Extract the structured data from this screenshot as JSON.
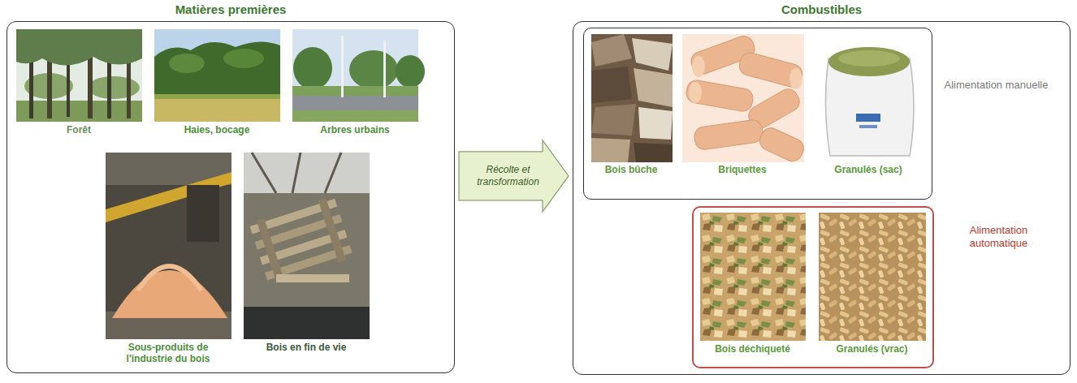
{
  "diagram": {
    "nodes": [
      {
        "text": [
          "Matières premières"
        ]
      },
      {
        "text": [
          "Forêt"
        ],
        "in": 0
      },
      {
        "text": [
          "Haies, bocage"
        ],
        "in": 0
      },
      {
        "text": [
          "Arbres urbains"
        ],
        "in": 0
      },
      {
        "text": [
          "Sous-produits de l'industrie du bois"
        ],
        "in": 0
      },
      {
        "text": [
          "Bois en fin de vie"
        ],
        "in": 0
      },
      {
        "text": [
          "Combustibles"
        ]
      },
      {
        "text": [
          "Alimentation manuelle"
        ],
        "in": 6
      },
      {
        "text": [
          "Bois bûche"
        ],
        "in": 7
      },
      {
        "text": [
          "Briquettes"
        ],
        "in": 7
      },
      {
        "text": [
          "Granulés (sac)"
        ],
        "in": 7
      },
      {
        "text": [
          "Alimentation automatique"
        ],
        "in": 6
      },
      {
        "text": [
          "Bois déchiqueté"
        ],
        "in": 11
      },
      {
        "text": [
          "Granulés (vrac)"
        ],
        "in": 11
      }
    ],
    "edges": [
      {
        "from": 0,
        "to": 6,
        "arrow": "to",
        "label": "Récolte et transformation"
      }
    ]
  }
}
